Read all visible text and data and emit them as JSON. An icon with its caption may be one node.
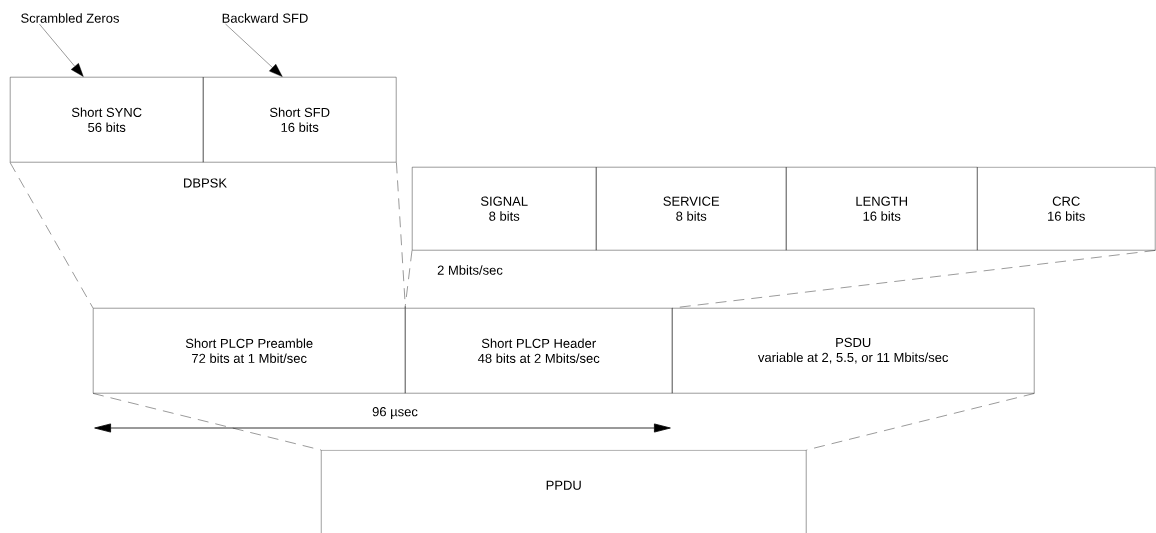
{
  "diagram": {
    "nodes": [
      {
        "text": [
          "Scrambled Zeros"
        ]
      },
      {
        "text": [
          "Backward SFD"
        ]
      },
      {
        "text": [
          "Short SYNC",
          "56 bits"
        ]
      },
      {
        "text": [
          "Short SFD",
          "16 bits"
        ]
      },
      {
        "text": [
          "SIGNAL",
          "8 bits"
        ]
      },
      {
        "text": [
          "SERVICE",
          "8 bits"
        ]
      },
      {
        "text": [
          "LENGTH",
          "16 bits"
        ]
      },
      {
        "text": [
          "CRC",
          "16 bits"
        ]
      },
      {
        "text": [
          "Short PLCP Preamble",
          "72 bits at 1 Mbit/sec"
        ]
      },
      {
        "text": [
          "Short PLCP Header",
          "48 bits at 2 Mbits/sec"
        ]
      },
      {
        "text": [
          "PSDU",
          "variable at 2, 5.5, or 11 Mbits/sec"
        ]
      },
      {
        "text": [
          "PPDU"
        ]
      }
    ],
    "edges": [
      {
        "from": 0,
        "to": 2,
        "arrow": "to"
      },
      {
        "from": 1,
        "to": 3,
        "arrow": "to"
      },
      {
        "from": 2,
        "to": 8,
        "arrow": "none",
        "style": "dashed"
      },
      {
        "from": 3,
        "to": 8,
        "arrow": "none",
        "style": "dashed"
      },
      {
        "from": 4,
        "to": 9,
        "arrow": "none",
        "style": "dashed"
      },
      {
        "from": 7,
        "to": 9,
        "arrow": "none",
        "style": "dashed"
      },
      {
        "from": 8,
        "to": 11,
        "arrow": "none",
        "style": "dashed"
      },
      {
        "from": 10,
        "to": 11,
        "arrow": "none",
        "style": "dashed"
      }
    ],
    "labels": [
      "DBPSK",
      "2 Mbits/sec",
      "96 µsec"
    ]
  }
}
